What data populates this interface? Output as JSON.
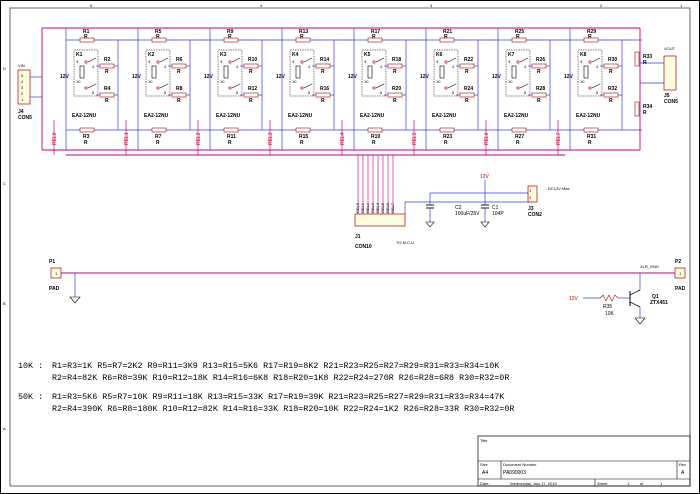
{
  "colors": {
    "wire": "#3a3ad8",
    "net": "#c0007a",
    "component": "#b00000",
    "text": "#000000",
    "frame": "#000000"
  },
  "frame": {
    "col_markers_top": [
      "5",
      "4",
      "3",
      "2",
      "1"
    ],
    "row_markers_left": [
      "D",
      "C",
      "B",
      "A"
    ]
  },
  "connectors": {
    "vin": {
      "label": "VIN",
      "ref": "J4",
      "type": "CON5",
      "pins": [
        "5",
        "4",
        "3",
        "2",
        "1"
      ]
    },
    "vout": {
      "label": "VOUT",
      "ref": "J5",
      "type": "CON5",
      "pins": [
        "1",
        "2",
        "3",
        "4",
        "5"
      ]
    },
    "mcu": {
      "ref": "J1",
      "type": "CON10",
      "note": "TO M.C.U"
    },
    "supply": {
      "ref": "J3",
      "type": "CON2",
      "note": "DC12V Max"
    }
  },
  "relay_stages": [
    {
      "relay": "K1",
      "top": [
        "R1",
        "R2"
      ],
      "bottom": [
        "R3",
        "R4"
      ],
      "part": "EA2-12NU",
      "coil": "12V",
      "net": "REL0"
    },
    {
      "relay": "K2",
      "top": [
        "R5",
        "R6"
      ],
      "bottom": [
        "R7",
        "R8"
      ],
      "part": "EA2-12NU",
      "coil": "12V",
      "net": "REL1"
    },
    {
      "relay": "K3",
      "top": [
        "R9",
        "R10"
      ],
      "bottom": [
        "R11",
        "R12"
      ],
      "part": "EA2-12NU",
      "coil": "12V",
      "net": "REL2"
    },
    {
      "relay": "K4",
      "top": [
        "R13",
        "R14"
      ],
      "bottom": [
        "R15",
        "R16"
      ],
      "part": "EA2-12NU",
      "coil": "12V",
      "net": "REL3"
    },
    {
      "relay": "K5",
      "top": [
        "R17",
        "R18"
      ],
      "bottom": [
        "R19",
        "R20"
      ],
      "part": "EA2-12NU",
      "coil": "12V",
      "net": "REL4"
    },
    {
      "relay": "K6",
      "top": [
        "R21",
        "R22"
      ],
      "bottom": [
        "R23",
        "R24"
      ],
      "part": "EA2-12NU",
      "coil": "12V",
      "net": "REL5"
    },
    {
      "relay": "K7",
      "top": [
        "R25",
        "R26"
      ],
      "bottom": [
        "R27",
        "R28"
      ],
      "part": "EA2-12NU",
      "coil": "12V",
      "net": "REL6"
    },
    {
      "relay": "K8",
      "top": [
        "R29",
        "R30"
      ],
      "bottom": [
        "R31",
        "R32"
      ],
      "part": "EA2-12NU",
      "coil": "12V",
      "net": "REL7"
    }
  ],
  "resistor_value_label": "R",
  "output_resistors": [
    "R33",
    "R34"
  ],
  "capacitors": [
    {
      "ref": "C2",
      "value": "100uF/25V"
    },
    {
      "ref": "C1",
      "value": "104P"
    }
  ],
  "supply_label": "12V",
  "pads": [
    {
      "ref": "P1",
      "type": "PAD"
    },
    {
      "ref": "P2",
      "type": "PAD"
    }
  ],
  "xlr_gnd": "XLR_GND",
  "transistor": {
    "ref": "Q1",
    "type": "ZTX451",
    "base_res": "R35",
    "base_res_val": "10K",
    "drive": "12V"
  },
  "notes": {
    "title_10k": "10K :",
    "line1_10k": "R1=R3=1K  R5=R7=2K2 R9=R11=3K9  R13=R15=5K6 R17=R19=8K2 R21=R23=R25=R27=R29=R31=R33=R34=10K",
    "line2_10k": "R2=R4=82K R6=R8=39K R10=R12=18K R14=R16=6K8 R18=R20=1K8 R22=R24=270R R26=R28=6R8 R30=R32=0R",
    "title_50k": "50K :",
    "line1_50k": "R1=R3=5K6  R5=R7=10K  R9=R11=18K  R13=R15=33K R17=R19=39K R21=R23=R25=R27=R29=R31=R33=R34=47K",
    "line2_50k": "R2=R4=390K R6=R8=180K R10=R12=82K R14=R16=33K R18=R20=10K R22=R24=1K2  R26=R28=33R R30=R32=0R"
  },
  "title_block": {
    "title_label": "Title",
    "size_label": "Size",
    "size": "A4",
    "docnum_label": "Document Number",
    "docnum": "PA090003",
    "rev_label": "Rev",
    "rev": "A",
    "date_label": "Date:",
    "date": "Wednesday, July 17, 2019",
    "sheet_label": "Sheet",
    "sheet": "1",
    "of_label": "of",
    "of": "1"
  }
}
